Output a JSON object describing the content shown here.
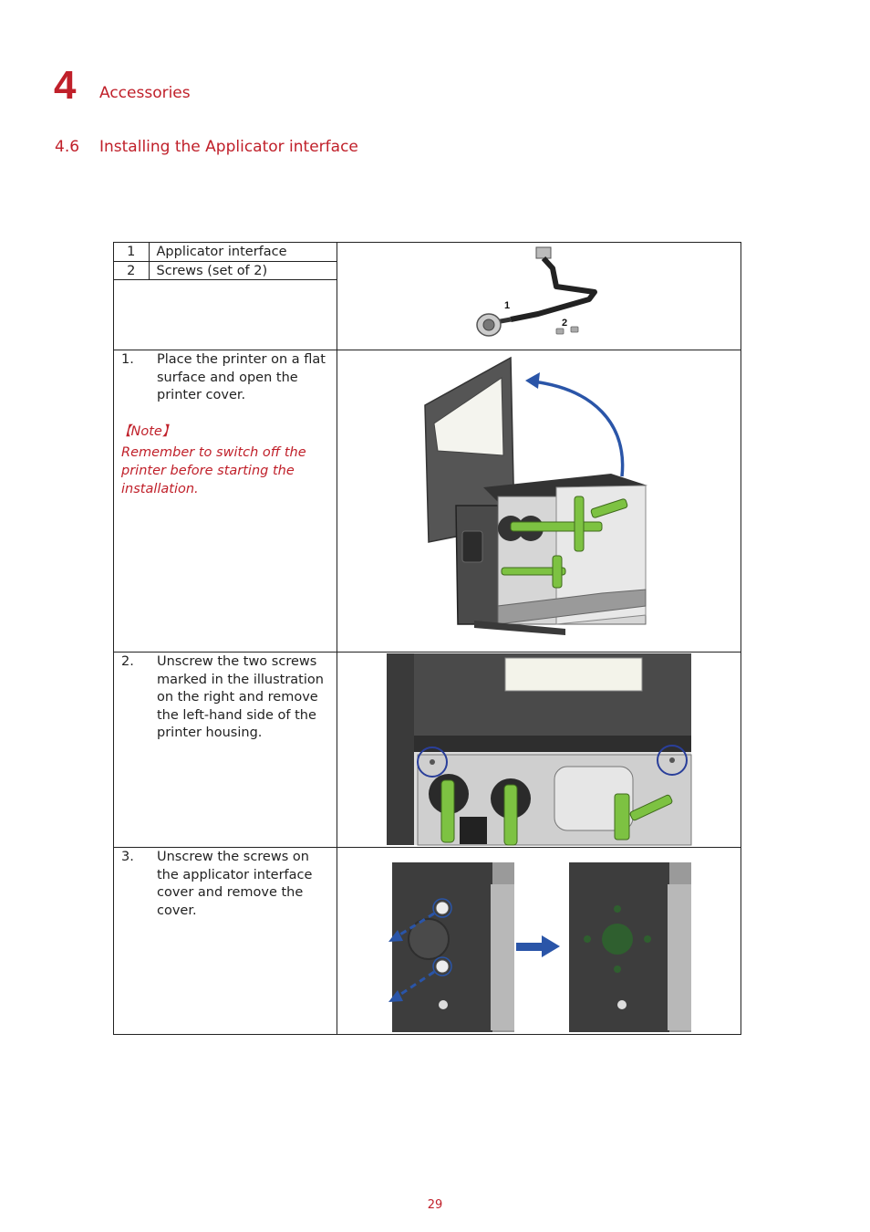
{
  "chapter": {
    "number": "4",
    "title": "Accessories"
  },
  "section": {
    "number": "4.6",
    "title": "Installing the Applicator interface"
  },
  "parts": [
    {
      "num": "1",
      "name": "Applicator interface"
    },
    {
      "num": "2",
      "name": "Screws (set of 2)"
    }
  ],
  "parts_callouts": {
    "one": "1",
    "two": "2"
  },
  "steps": [
    {
      "num": "1.",
      "text": "Place the printer on a flat surface and open the printer cover."
    },
    {
      "num": "2.",
      "text": "Unscrew the two screws marked in the illustration on the right and remove the left-hand side of the printer housing."
    },
    {
      "num": "3.",
      "text": "Unscrew the screws on the applicator interface cover and remove the cover."
    }
  ],
  "note": {
    "label": "【Note】",
    "text": "Remember to switch off the printer before starting the installation."
  },
  "page_number": "29",
  "colors": {
    "accent_red": "#c0202a",
    "arrow_blue": "#2a55a8",
    "part_green": "#7dc242"
  }
}
